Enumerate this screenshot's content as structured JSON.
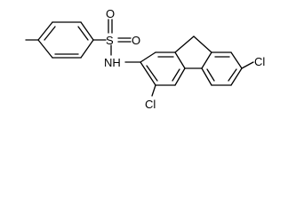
{
  "molecule": {
    "atoms": {
      "sulfur": "S",
      "oxygen_top": "O",
      "oxygen_right": "O",
      "nh": "NH",
      "chloro_left": "Cl",
      "chloro_right": "Cl"
    }
  },
  "colors": {
    "bond": "#000000",
    "label": "#000000",
    "background": "#ffffff"
  }
}
